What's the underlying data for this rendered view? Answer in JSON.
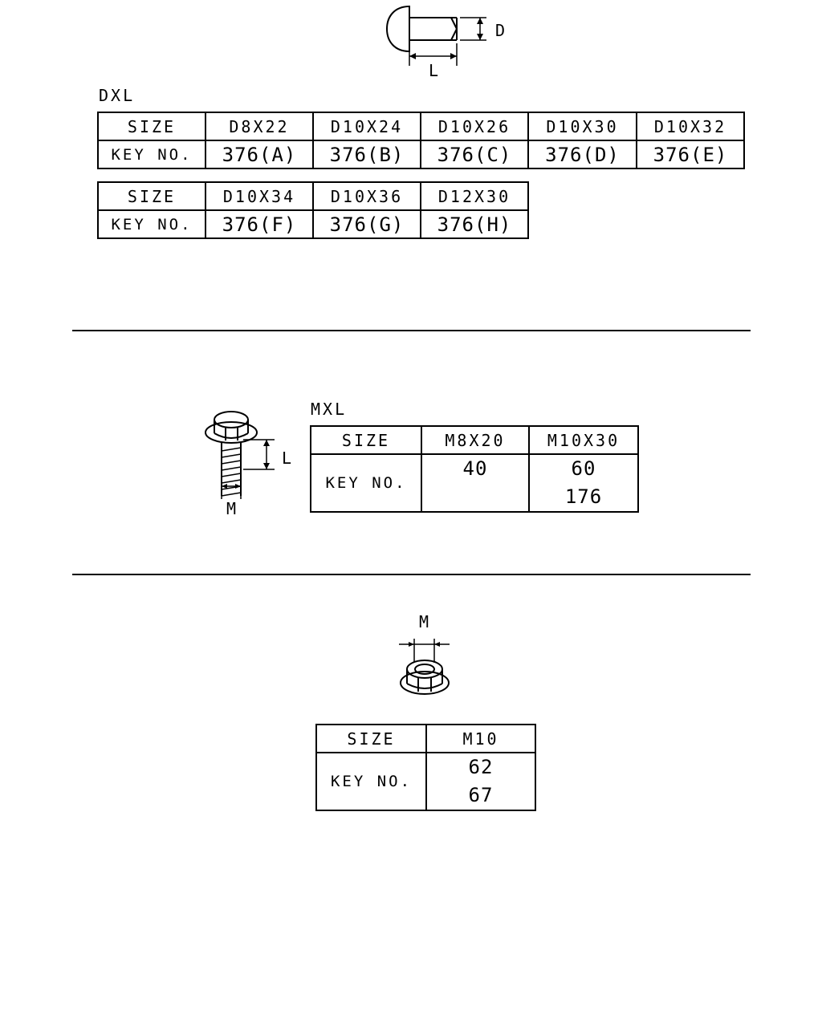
{
  "rivet": {
    "dim_d": "D",
    "dim_l": "L",
    "caption": "DXL",
    "table1": {
      "row_labels": [
        "SIZE",
        "KEY NO."
      ],
      "sizes": [
        "D8X22",
        "D10X24",
        "D10X26",
        "D10X30",
        "D10X32"
      ],
      "keys": [
        "376(A)",
        "376(B)",
        "376(C)",
        "376(D)",
        "376(E)"
      ]
    },
    "table2": {
      "row_labels": [
        "SIZE",
        "KEY NO."
      ],
      "sizes": [
        "D10X34",
        "D10X36",
        "D12X30"
      ],
      "keys": [
        "376(F)",
        "376(G)",
        "376(H)"
      ]
    }
  },
  "bolt": {
    "dim_l": "L",
    "dim_m": "M",
    "caption": "MXL",
    "table": {
      "row_labels": [
        "SIZE",
        "KEY NO."
      ],
      "sizes": [
        "M8X20",
        "M10X30"
      ],
      "keys": [
        [
          "40"
        ],
        [
          "60",
          "176"
        ]
      ]
    }
  },
  "nut": {
    "dim_m": "M",
    "table": {
      "row_labels": [
        "SIZE",
        "KEY NO."
      ],
      "sizes": [
        "M10"
      ],
      "keys": [
        [
          "62",
          "67"
        ]
      ]
    }
  }
}
